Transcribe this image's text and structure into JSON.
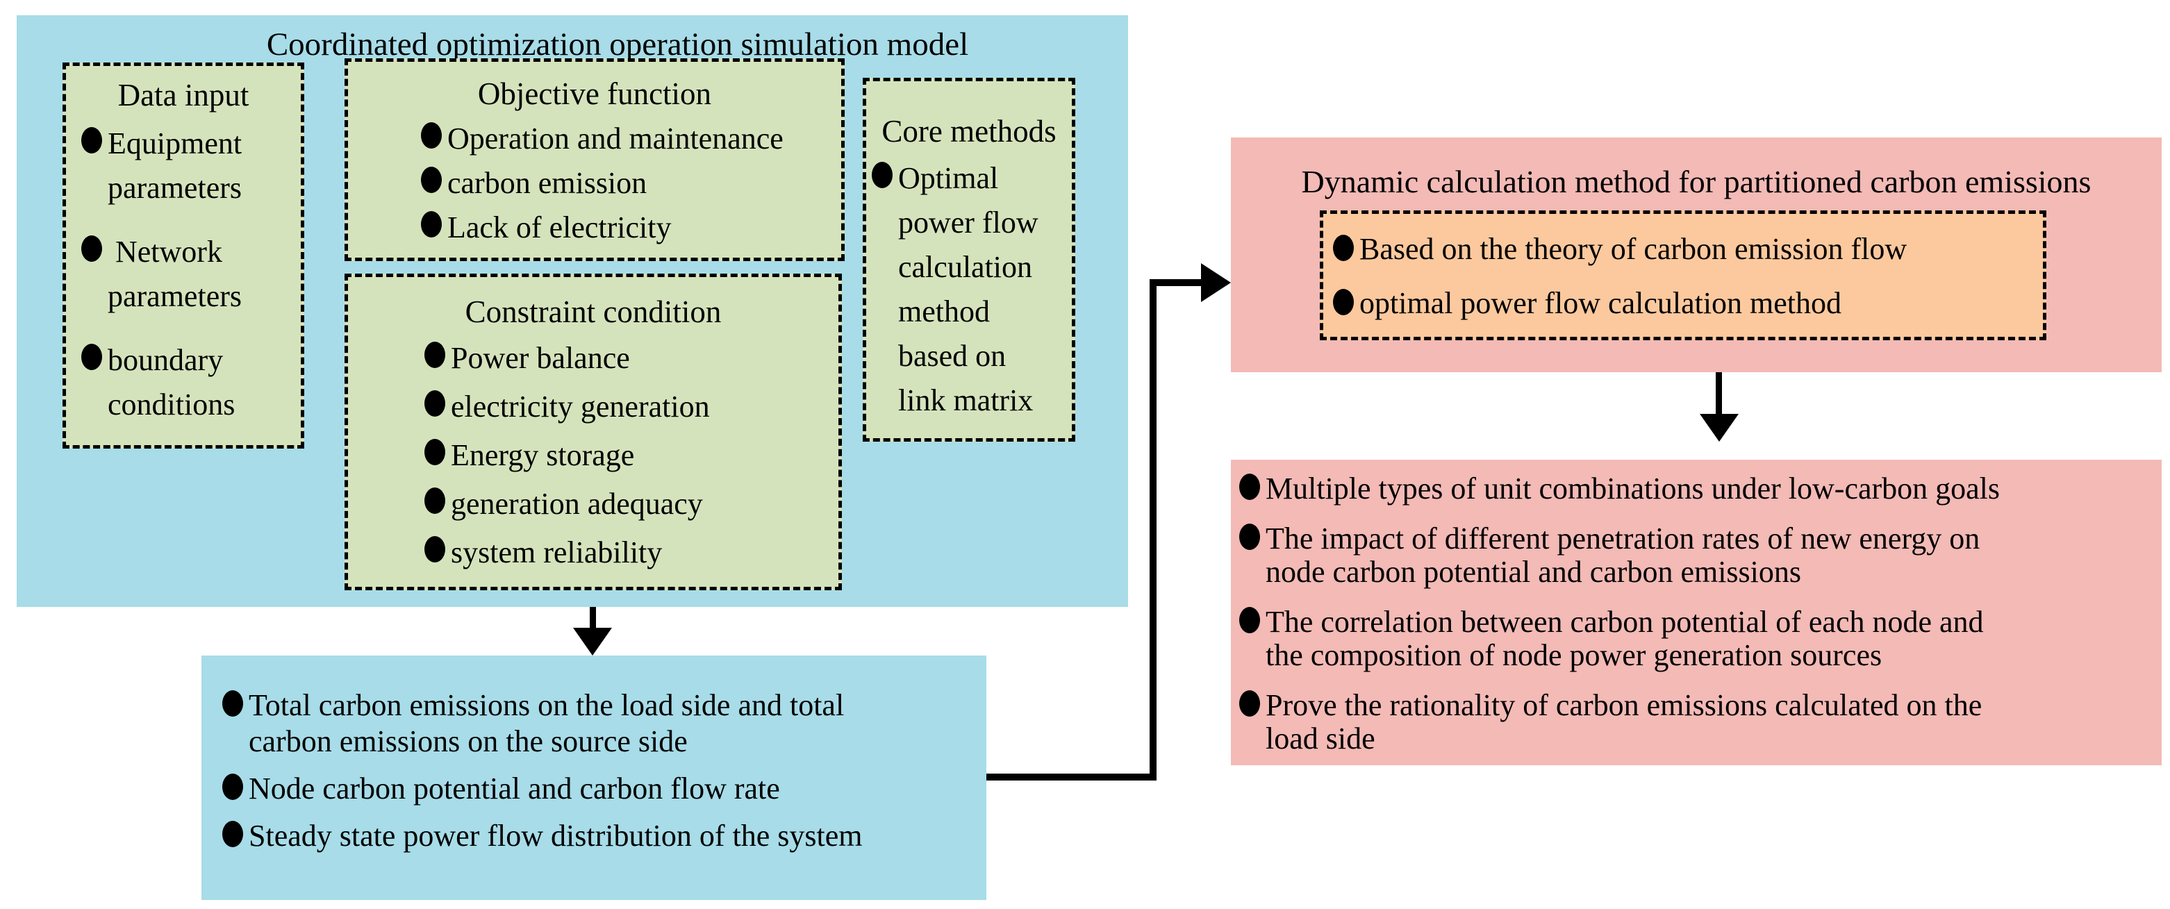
{
  "colors": {
    "cyan": "#a7dce8",
    "green": "#d5e3bc",
    "pink": "#f3bab6",
    "orange": "#fcc99e",
    "line": "#000000"
  },
  "simulation_model": {
    "title": "Coordinated optimization operation simulation model",
    "data_input": {
      "title": "Data input",
      "items": [
        "Equipment\nparameters",
        " Network\nparameters",
        "boundary\nconditions"
      ]
    },
    "objective_function": {
      "title": "Objective function",
      "items": [
        "Operation and maintenance",
        "carbon emission",
        "Lack of electricity"
      ]
    },
    "constraint_condition": {
      "title": "Constraint condition",
      "items": [
        "Power balance",
        "electricity generation",
        "Energy storage",
        "generation adequacy",
        "system reliability"
      ]
    },
    "core_methods": {
      "title": "Core methods",
      "items": [
        "Optimal\npower flow\ncalculation\nmethod\nbased on\nlink matrix"
      ]
    }
  },
  "simulation_outputs": {
    "items": [
      "Total carbon emissions on the load side and total\ncarbon emissions on the source side",
      "Node carbon potential and carbon flow rate",
      "Steady state power flow distribution of the system"
    ]
  },
  "dynamic_method": {
    "title": "Dynamic calculation method for partitioned carbon emissions",
    "basis_items": [
      "Based on the theory of carbon emission flow",
      "optimal power flow calculation method"
    ]
  },
  "analysis_results": {
    "items": [
      "Multiple types of unit combinations under low-carbon goals",
      "The impact of different penetration rates of new energy on\nnode carbon potential and carbon emissions",
      "The correlation between carbon potential of each node and\nthe composition of node power generation sources",
      "Prove the rationality of carbon emissions calculated on the\nload side"
    ]
  }
}
